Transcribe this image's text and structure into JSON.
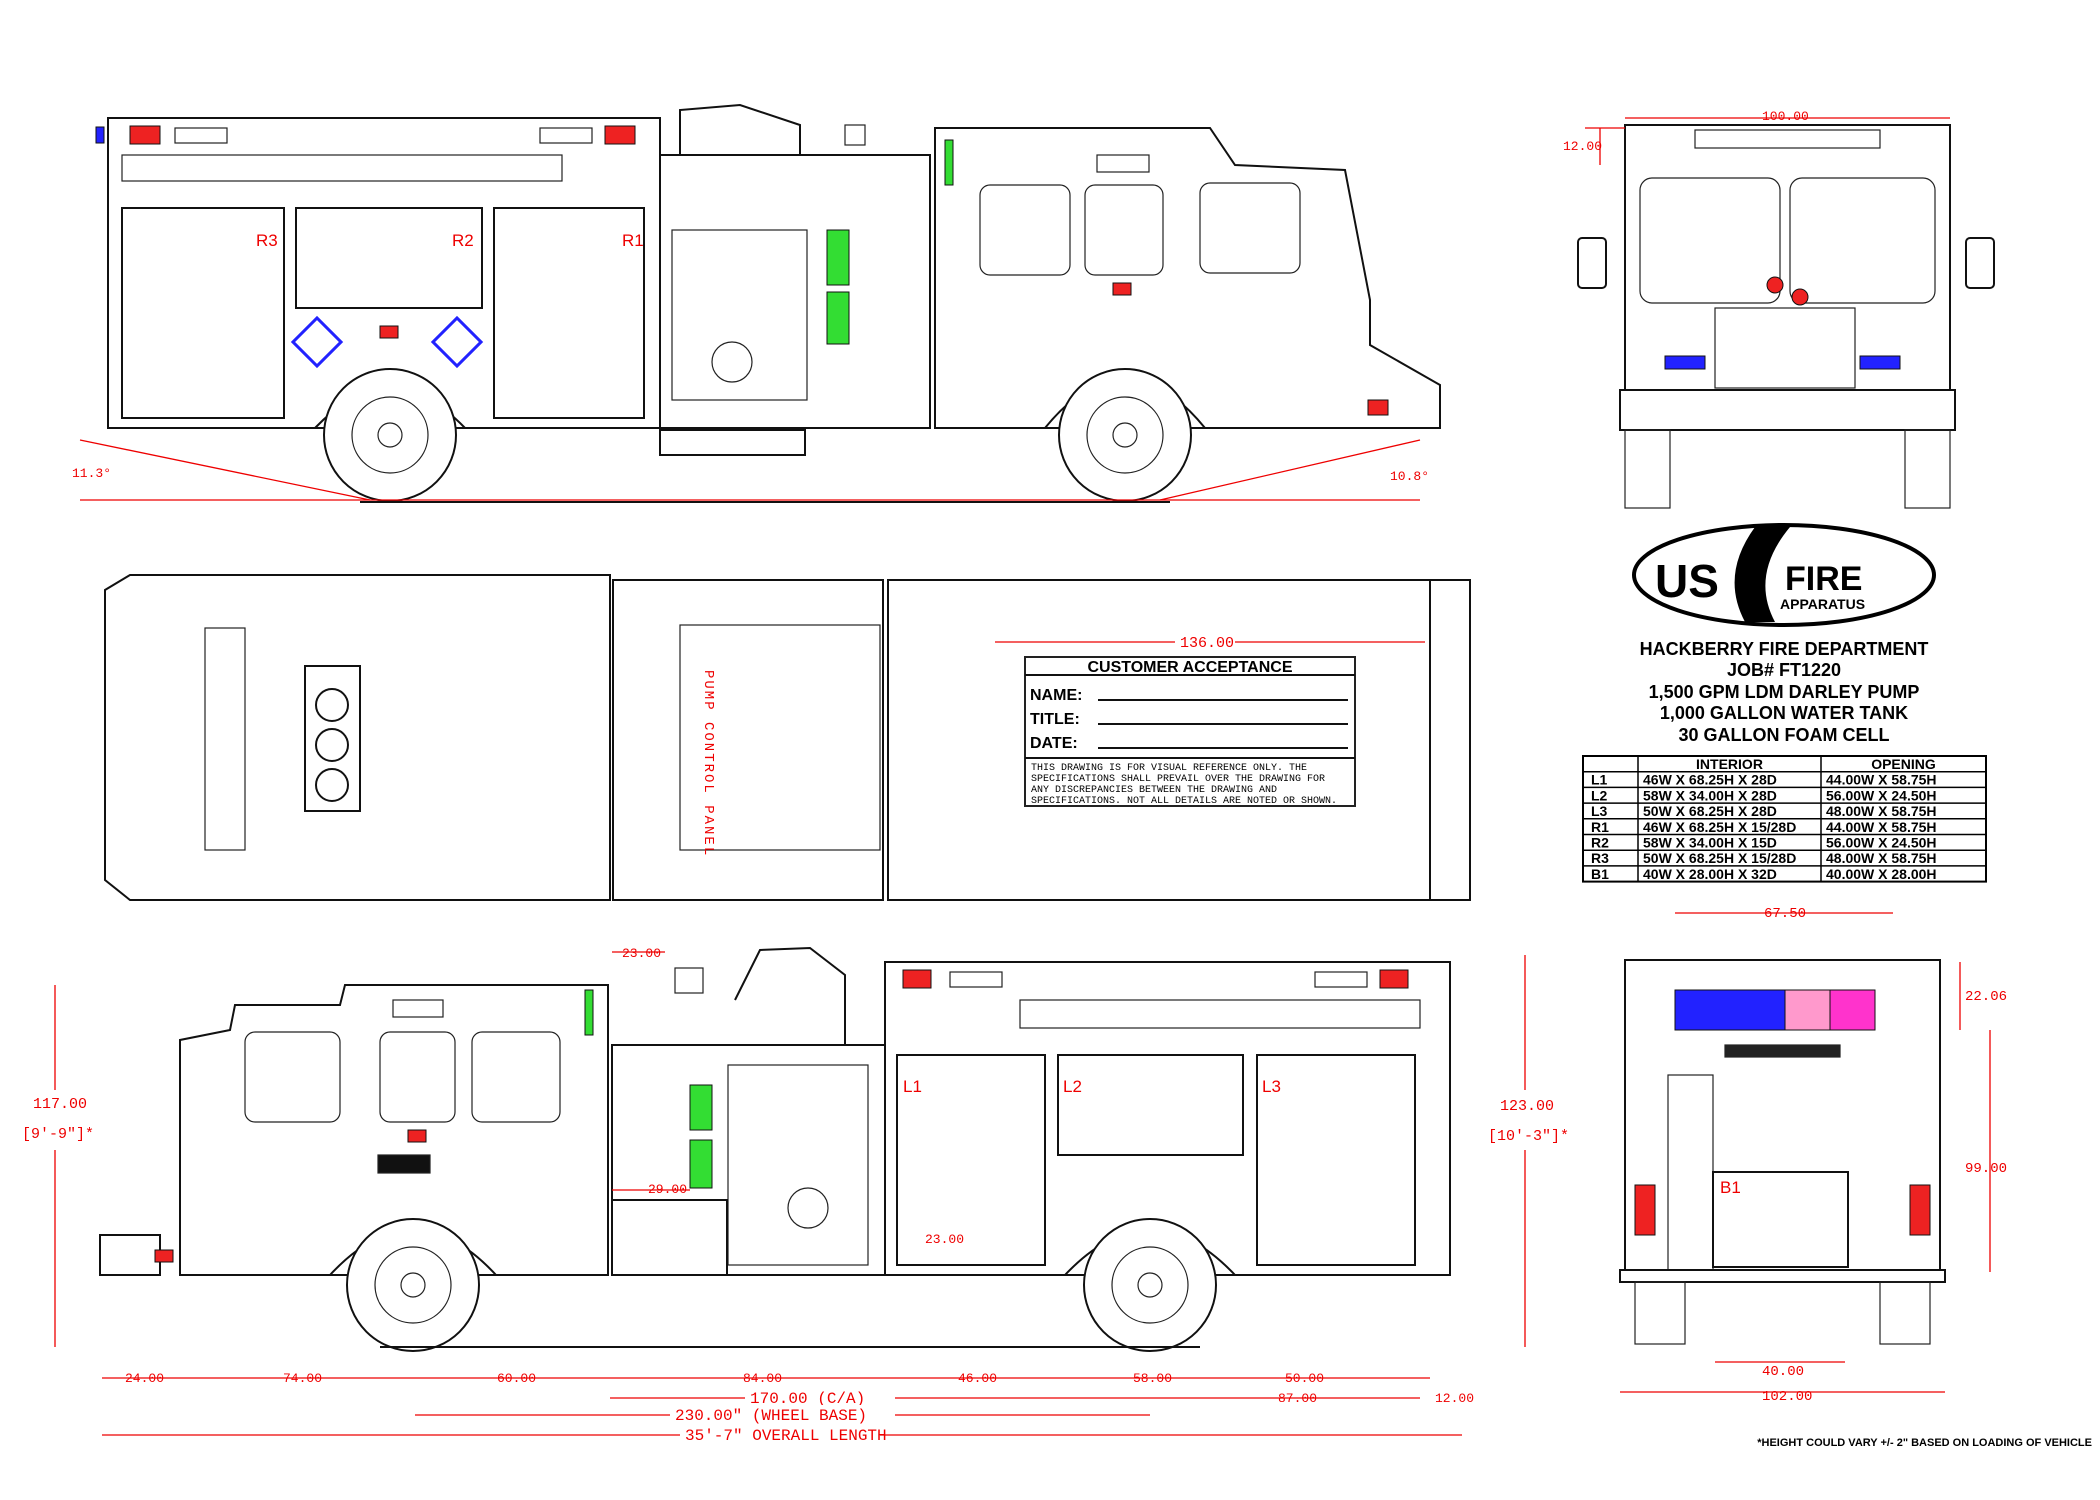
{
  "logo": {
    "brand": "US FIRE",
    "subtitle": "APPARATUS"
  },
  "title_block": {
    "lines": [
      "HACKBERRY FIRE DEPARTMENT",
      "JOB# FT1220",
      "1,500 GPM LDM DARLEY PUMP",
      "1,000 GALLON WATER TANK",
      "30 GALLON FOAM CELL"
    ]
  },
  "compartment_table": {
    "headers": [
      "",
      "INTERIOR",
      "OPENING"
    ],
    "rows": [
      [
        "L1",
        "46W X 68.25H X 28D",
        "44.00W X 58.75H"
      ],
      [
        "L2",
        "58W X 34.00H X 28D",
        "56.00W X 24.50H"
      ],
      [
        "L3",
        "50W X 68.25H X 28D",
        "48.00W X 58.75H"
      ],
      [
        "R1",
        "46W X 68.25H X 15/28D",
        "44.00W X 58.75H"
      ],
      [
        "R2",
        "58W X 34.00H X 15D",
        "56.00W X 24.50H"
      ],
      [
        "R3",
        "50W X 68.25H X 15/28D",
        "48.00W X 58.75H"
      ],
      [
        "B1",
        "40W X 28.00H X 32D",
        "40.00W X 28.00H"
      ]
    ]
  },
  "customer_acceptance": {
    "title": "CUSTOMER ACCEPTANCE",
    "fields": [
      "NAME:",
      "TITLE:",
      "DATE:"
    ],
    "disclaimer": [
      "THIS DRAWING IS FOR VISUAL REFERENCE ONLY. THE",
      "SPECIFICATIONS SHALL PREVAIL OVER THE DRAWING FOR",
      "ANY DISCREPANCIES BETWEEN THE DRAWING AND",
      "SPECIFICATIONS. NOT ALL DETAILS ARE NOTED OR SHOWN."
    ]
  },
  "compartments": {
    "right": [
      "R3",
      "R2",
      "R1"
    ],
    "left": [
      "L1",
      "L2",
      "L3"
    ],
    "rear": "B1"
  },
  "pump_panel_label": "PUMP CONTROL PANEL",
  "dimensions": {
    "approach_angle": "11.3°",
    "departure_angle": "10.8°",
    "front_width": "100.00",
    "front_mirror": "12.00",
    "body_length_top": "136.00",
    "pump_width": "23.00",
    "step_height": "29.00",
    "l1_inner": "23.00",
    "cab_height": "117.00",
    "cab_height_ft": "[9'-9\"]*",
    "overall_height": "123.00",
    "overall_height_ft": "[10'-3\"]*",
    "rear_top_width": "67.50",
    "rear_top_height": "22.06",
    "rear_height": "99.00",
    "rear_b1_width": "40.00",
    "rear_overall_width": "102.00",
    "row1": [
      "24.00",
      "74.00",
      "60.00",
      "84.00",
      "46.00",
      "58.00",
      "50.00"
    ],
    "cab_to_axle": "170.00 (C/A)",
    "rear_overhang": "87.00",
    "rear_step": "12.00",
    "wheel_base": "230.00\" (WHEEL BASE)",
    "overall_length": "35'-7\" OVERALL LENGTH"
  },
  "footnote": "*HEIGHT COULD VARY +/- 2\" BASED ON LOADING OF VEHICLE",
  "colors": {
    "dimension": "#e00000",
    "warning_light": "#e22222",
    "green_light": "#33dd33",
    "blue_light": "#2222ff",
    "pink": "#ff99cc",
    "magenta": "#ff33cc"
  }
}
